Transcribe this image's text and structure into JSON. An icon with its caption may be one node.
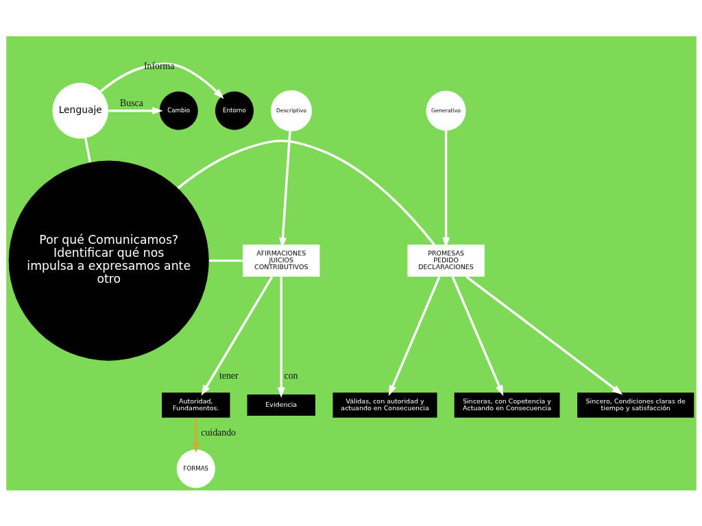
{
  "diagram": {
    "nodes": [
      {
        "text": [
          "Por qué Comunicamos?",
          "Identificar qué nos impulsa a expresamos ante otro"
        ]
      },
      {
        "text": [
          "Lenguaje"
        ]
      },
      {
        "text": [
          "Entorno"
        ]
      },
      {
        "text": [
          "Cambio"
        ]
      },
      {
        "text": [
          "Descriptivo"
        ]
      },
      {
        "text": [
          "Generativo"
        ]
      },
      {
        "text": [
          "AFIRMACIONES",
          "JUICIOS CONTRIBUTIVOS"
        ]
      },
      {
        "text": [
          "Evidencia"
        ]
      },
      {
        "text": [
          "Autoridad, Fundamentos."
        ]
      },
      {
        "text": [
          "FORMAS"
        ]
      },
      {
        "text": [
          "PROMESAS",
          "PEDIDO",
          "DECLARACIONES"
        ]
      },
      {
        "text": [
          "Sinceras, con Copetencia y Actuando en Consecuencia"
        ]
      },
      {
        "text": [
          "Sincero, Condiciones claras de tiempo y satisfacción"
        ]
      },
      {
        "text": [
          "Válidas, con autoridad y actuando en Consecuencia"
        ]
      }
    ],
    "edges": [
      {
        "from": 1,
        "to": 0,
        "arrow": "none"
      },
      {
        "from": 1,
        "to": 3,
        "arrow": "to",
        "label": "Busca"
      },
      {
        "from": 1,
        "to": 2,
        "arrow": "to",
        "label": "Informa"
      },
      {
        "from": 4,
        "to": 6,
        "arrow": "to"
      },
      {
        "from": 5,
        "to": 10,
        "arrow": "to"
      },
      {
        "from": 0,
        "to": 6,
        "arrow": "none"
      },
      {
        "from": 0,
        "to": 10,
        "arrow": "none"
      },
      {
        "from": 6,
        "to": 7,
        "arrow": "to",
        "label": "con"
      },
      {
        "from": 6,
        "to": 8,
        "arrow": "to",
        "label": "tener"
      },
      {
        "from": 8,
        "to": 9,
        "arrow": "to",
        "label": "cuidando",
        "color": "#c9b037"
      },
      {
        "from": 10,
        "to": 11,
        "arrow": "to"
      },
      {
        "from": 10,
        "to": 12,
        "arrow": "to"
      },
      {
        "from": 10,
        "to": 13,
        "arrow": "to"
      }
    ]
  }
}
